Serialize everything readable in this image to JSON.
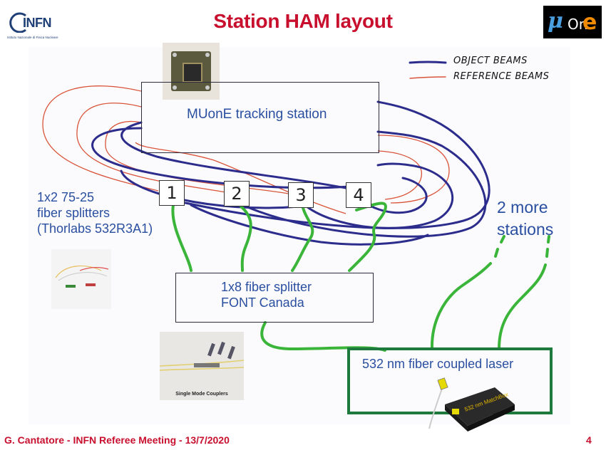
{
  "header": {
    "title": "Station HAM layout",
    "infn_logo_text": "INFN",
    "infn_logo_subtext": "Istituto Nazionale di Fisica Nucleare",
    "muone_logo": {
      "mu": "μ",
      "on": "On",
      "e": "e"
    }
  },
  "legend": {
    "object_beams": "OBJECT BEAMS",
    "reference_beams": "REFERENCE BEAMS",
    "object_color": "#2c2c8c",
    "reference_color": "#d9543a"
  },
  "diagram": {
    "tracking_station": "MUonE tracking station",
    "splitters_label": [
      "1x2 75-25",
      "fiber splitters",
      "(Thorlabs 532R3A1)"
    ],
    "splitter_numbers": [
      "1",
      "2",
      "3",
      "4"
    ],
    "fiber_splitter": [
      "1x8 fiber splitter",
      "FONT Canada"
    ],
    "laser_label": "532 nm fiber coupled laser",
    "more_stations": [
      "2 more",
      "stations"
    ],
    "couplers_caption": "Single Mode Couplers",
    "laser_product_text": "532 nm MatchBox",
    "green_color": "#3ab53a"
  },
  "footer": {
    "left": "G. Cantatore - INFN Referee Meeting - 13/7/2020",
    "page": "4"
  }
}
